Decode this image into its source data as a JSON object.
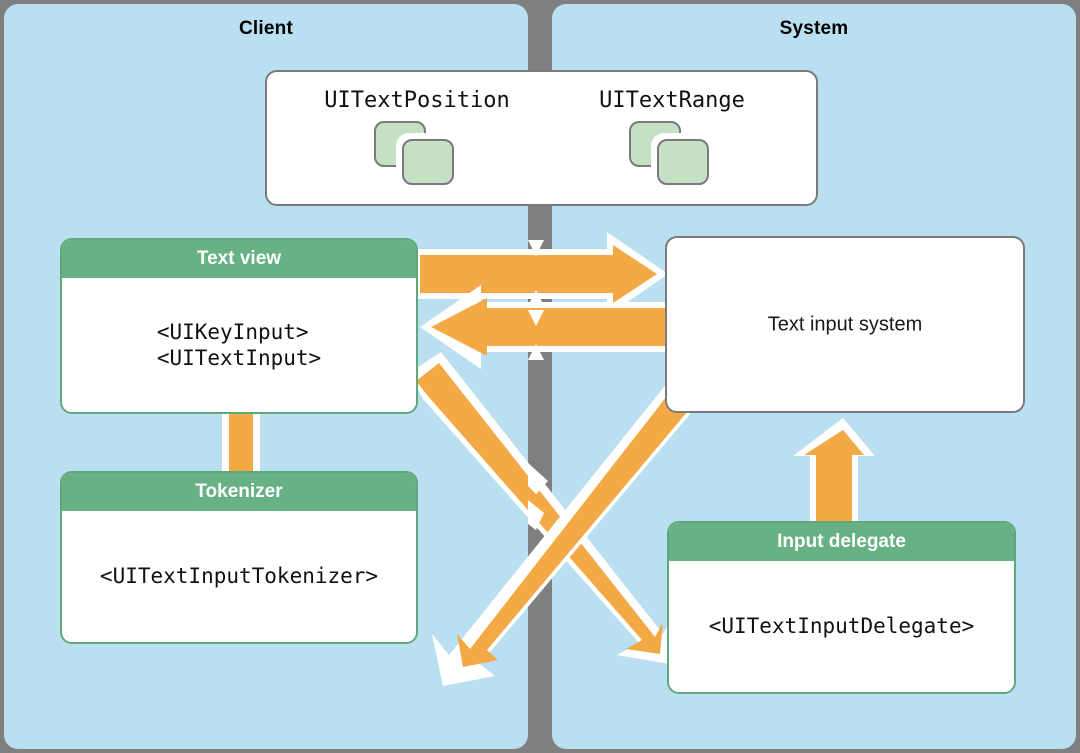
{
  "diagram": {
    "title_left": "Client",
    "title_right": "System",
    "colors": {
      "panel_background": "#b9dff0",
      "divider": "#7f7f7f",
      "accent_arrow": "#f4a947",
      "header_green": "#67b184",
      "object_green": "#c5e0c5",
      "card_border": "#7a7a7a"
    }
  },
  "objects_card": {
    "items": [
      {
        "title": "UITextPosition",
        "icon": "stacked-squares-icon"
      },
      {
        "title": "UITextRange",
        "icon": "stacked-squares-icon"
      }
    ]
  },
  "boxes": {
    "text_view": {
      "header": "Text view",
      "protocols": "<UIKeyInput>\n<UITextInput>"
    },
    "tokenizer": {
      "header": "Tokenizer",
      "protocols": "<UITextInputTokenizer>"
    },
    "text_input_system": {
      "label": "Text input system"
    },
    "input_delegate": {
      "header": "Input delegate",
      "protocols": "<UITextInputDelegate>"
    }
  },
  "connections": [
    {
      "name": "text-view-to-text-input-system",
      "from": "Text view",
      "to": "Text input system",
      "direction": "right",
      "style": "arrow"
    },
    {
      "name": "text-input-system-to-text-view",
      "from": "Text input system",
      "to": "Text view",
      "direction": "left",
      "style": "arrow"
    },
    {
      "name": "text-view-to-tokenizer",
      "from": "Text view",
      "to": "Tokenizer",
      "direction": "down",
      "style": "line"
    },
    {
      "name": "text-view-to-input-delegate",
      "from": "Text view",
      "to": "Input delegate",
      "direction": "down-right",
      "style": "arrow"
    },
    {
      "name": "text-input-system-to-tokenizer",
      "from": "Text input system",
      "to": "Tokenizer",
      "direction": "down-left",
      "style": "arrow"
    },
    {
      "name": "input-delegate-to-text-input-system",
      "from": "Input delegate",
      "to": "Text input system",
      "direction": "up",
      "style": "arrow"
    }
  ]
}
